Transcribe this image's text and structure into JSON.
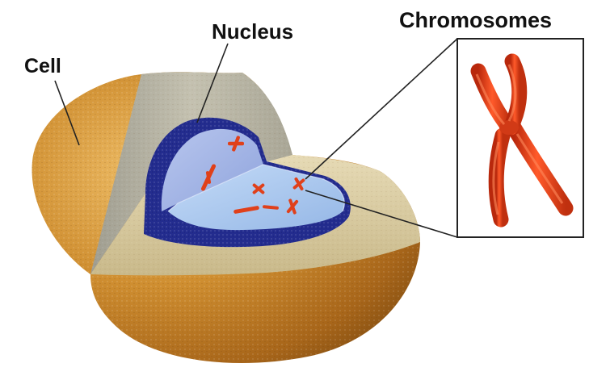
{
  "labels": {
    "cell": "Cell",
    "nucleus": "Nucleus",
    "chromosomes": "Chromosomes"
  },
  "colors": {
    "cell_exterior": "#c88a2c",
    "cell_cut_wall": "#b9b6a6",
    "cytoplasm_floor": "#d8caa0",
    "nucleus_envelope": "#232c8e",
    "nucleoplasm": "#aac8ee",
    "chromosome": "#e0401a",
    "leader_line": "#222222"
  },
  "icons": [
    "cell-exterior-icon",
    "nucleus-icon",
    "chromosome-icon"
  ]
}
